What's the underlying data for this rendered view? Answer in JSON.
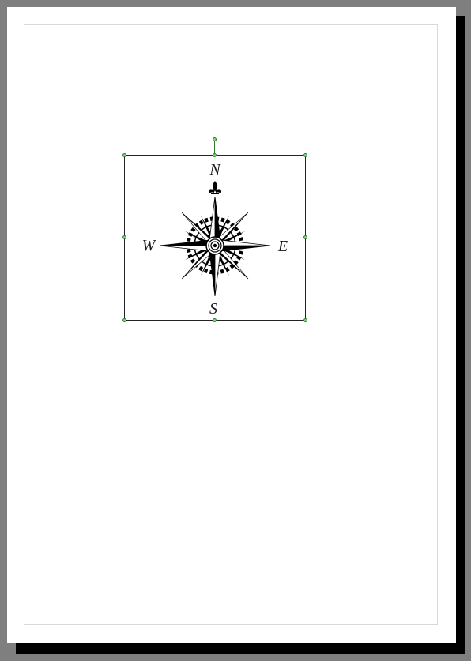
{
  "canvas": {
    "background_color": "#7f7f7f",
    "page_color": "#ffffff",
    "shadow_color": "#000000",
    "margin_guide_color": "#d9d9d9"
  },
  "selection": {
    "handle_color": "#7dd57d",
    "frame_color": "#222222"
  },
  "compass": {
    "icon": "compass-rose-icon",
    "labels": {
      "north": "N",
      "south": "S",
      "east": "E",
      "west": "W"
    }
  }
}
